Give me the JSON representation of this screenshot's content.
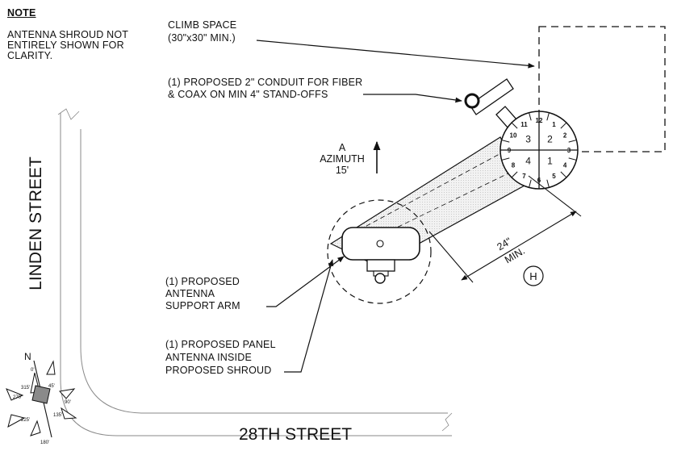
{
  "note": {
    "heading": "NOTE",
    "lines": [
      "ANTENNA SHROUD NOT",
      "ENTIRELY SHOWN FOR",
      "CLARITY."
    ]
  },
  "callouts": {
    "climb_space": [
      "CLIMB SPACE",
      "(30\"x30\" MIN.)"
    ],
    "conduit": [
      "(1) PROPOSED 2\" CONDUIT FOR FIBER",
      "& COAX ON MIN 4\" STAND-OFFS"
    ],
    "support_arm": [
      "(1) PROPOSED",
      "ANTENNA",
      "SUPPORT ARM"
    ],
    "panel_antenna": [
      "(1) PROPOSED PANEL",
      "ANTENNA INSIDE",
      "PROPOSED SHROUD"
    ]
  },
  "azimuth": {
    "sector": "A",
    "label": "AZIMUTH",
    "value": "15'"
  },
  "dimension": {
    "value": "24\"",
    "qualifier": "MIN."
  },
  "detail_tag": "H",
  "streets": {
    "vertical": "LINDEN STREET",
    "horizontal": "28TH STREET"
  },
  "pole": {
    "clock_positions": [
      "12",
      "1",
      "2",
      "3",
      "4",
      "5",
      "6",
      "7",
      "8",
      "9",
      "10",
      "11"
    ],
    "quadrants": [
      "1",
      "2",
      "3",
      "4"
    ]
  },
  "compass": {
    "north": "N",
    "bearings": [
      "0'",
      "45'",
      "90'",
      "135'",
      "180'",
      "225'",
      "270'",
      "315'"
    ]
  }
}
